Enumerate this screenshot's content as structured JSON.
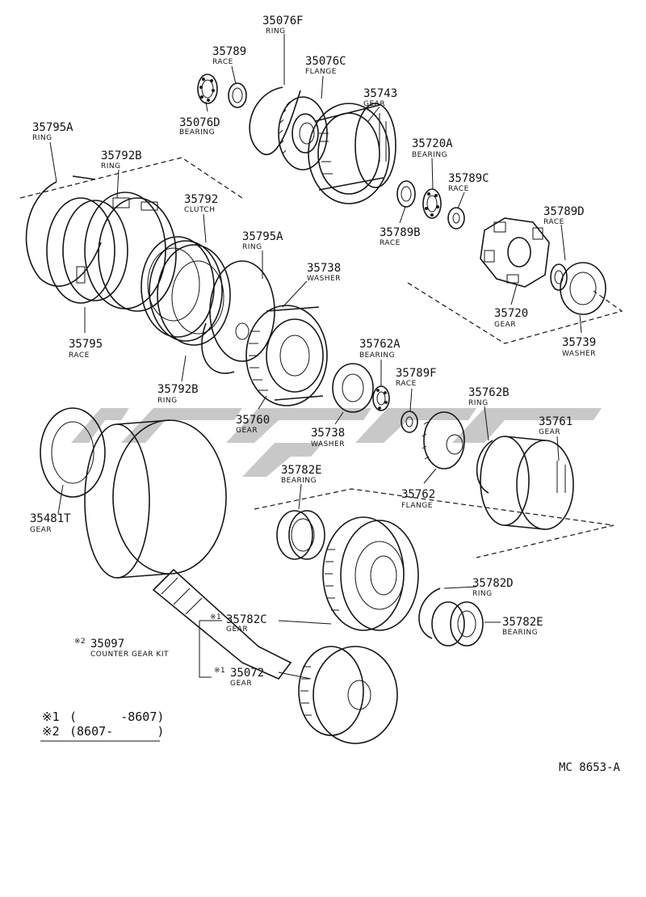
{
  "diagram_id": "MC 8653-A",
  "parts": [
    {
      "key": "p35076F",
      "number": "35076F",
      "name": "RING"
    },
    {
      "key": "p35789",
      "number": "35789",
      "name": "RACE"
    },
    {
      "key": "p35076C",
      "number": "35076C",
      "name": "FLANGE"
    },
    {
      "key": "p35076D",
      "number": "35076D",
      "name": "BEARING"
    },
    {
      "key": "p35743",
      "number": "35743",
      "name": "GEAR"
    },
    {
      "key": "p35795A_1",
      "number": "35795A",
      "name": "RING"
    },
    {
      "key": "p35792B_1",
      "number": "35792B",
      "name": "RING"
    },
    {
      "key": "p35720A",
      "number": "35720A",
      "name": "BEARING"
    },
    {
      "key": "p35789C",
      "number": "35789C",
      "name": "RACE"
    },
    {
      "key": "p35792",
      "number": "35792",
      "name": "CLUTCH"
    },
    {
      "key": "p35789D",
      "number": "35789D",
      "name": "RACE"
    },
    {
      "key": "p35795A_2",
      "number": "35795A",
      "name": "RING"
    },
    {
      "key": "p35789B",
      "number": "35789B",
      "name": "RACE"
    },
    {
      "key": "p35738_1",
      "number": "35738",
      "name": "WASHER"
    },
    {
      "key": "p35720",
      "number": "35720",
      "name": "GEAR"
    },
    {
      "key": "p35795",
      "number": "35795",
      "name": "RACE"
    },
    {
      "key": "p35739",
      "number": "35739",
      "name": "WASHER"
    },
    {
      "key": "p35762A",
      "number": "35762A",
      "name": "BEARING"
    },
    {
      "key": "p35792B_2",
      "number": "35792B",
      "name": "RING"
    },
    {
      "key": "p35789F",
      "number": "35789F",
      "name": "RACE"
    },
    {
      "key": "p35762B",
      "number": "35762B",
      "name": "RING"
    },
    {
      "key": "p35760",
      "number": "35760",
      "name": "GEAR"
    },
    {
      "key": "p35761",
      "number": "35761",
      "name": "GEAR"
    },
    {
      "key": "p35738_2",
      "number": "35738",
      "name": "WASHER"
    },
    {
      "key": "p35782E_1",
      "number": "35782E",
      "name": "BEARING"
    },
    {
      "key": "p35762",
      "number": "35762",
      "name": "FLANGE"
    },
    {
      "key": "p35481T",
      "number": "35481T",
      "name": "GEAR"
    },
    {
      "key": "p35782D",
      "number": "35782D",
      "name": "RING"
    },
    {
      "key": "p35782C",
      "number": "35782C",
      "name": "GEAR",
      "mark": "※1"
    },
    {
      "key": "p35782E_2",
      "number": "35782E",
      "name": "BEARING"
    },
    {
      "key": "p35097",
      "number": "35097",
      "name": "COUNTER GEAR KIT",
      "mark": "※2"
    },
    {
      "key": "p35072",
      "number": "35072",
      "name": "GEAR",
      "mark": "※1"
    }
  ],
  "footnotes": [
    {
      "mark": "※1",
      "text": "(      -8607)"
    },
    {
      "mark": "※2",
      "text": "(8607-      )"
    }
  ]
}
